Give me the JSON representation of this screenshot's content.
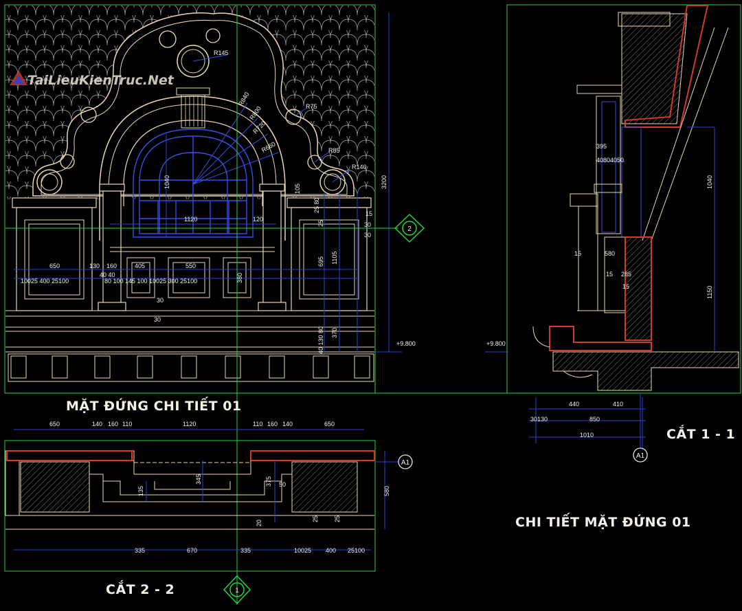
{
  "watermark": "TaiLieuKienTruc.Net",
  "titles": {
    "elevation": "MẶT ĐỨNG CHI TIẾT 01",
    "section11": "CẮT 1 - 1",
    "detail": "CHI TIẾT MẶT ĐỨNG 01",
    "section22": "CẮT 2 - 2"
  },
  "radii": {
    "r145": "R145",
    "r840": "R840",
    "r800": "R800",
    "r720": "R720",
    "r660": "R660",
    "r75": "R75",
    "r85": "R85",
    "r140": "R140"
  },
  "elev_dims": {
    "d1040": "1040",
    "d1120": "1120",
    "d120": "120",
    "d3200": "3200",
    "d650": "650",
    "d130": "130",
    "d160": "160",
    "d405": "405",
    "d550": "550",
    "row_left": "10025   400   25100",
    "row_mid": "40   40",
    "row_mid2": "80  100  145  100  10025   300   25100",
    "d105": "105",
    "d2580": "25 80",
    "d25": "25",
    "d15": "15",
    "d30": "30",
    "d695": "695",
    "d1105": "1105",
    "d380": "380",
    "d370": "370",
    "d40130": "40 130  80",
    "level": "+9.800"
  },
  "sec11_dims": {
    "d395": "395",
    "d40804050": "40804050",
    "d1040": "1040",
    "d580": "580",
    "d15": "15",
    "d285": "285",
    "d1150": "1150",
    "level": "+9.800",
    "d440": "440",
    "d410": "410",
    "d30130": "30130",
    "d850": "850",
    "d1010": "1010",
    "marker": "A1"
  },
  "sec22_dims": {
    "top": [
      "650",
      "140",
      "160",
      "110",
      "1120",
      "110",
      "160",
      "140",
      "650"
    ],
    "d345": "345",
    "d375": "375",
    "d50": "50",
    "d135": "135",
    "d20": "20",
    "d580": "580",
    "d25": "25",
    "bottom": [
      "335",
      "670",
      "335",
      "10025",
      "400",
      "25100"
    ],
    "marker": "A1"
  },
  "grid": {
    "mark2": "2",
    "mark1": "1"
  },
  "colors": {
    "dim_line": "#2e3fd0",
    "outline": "#e8d8b8",
    "grid_green": "#27d33a",
    "hatch_red": "#d23a2a",
    "bg": "#000000"
  }
}
